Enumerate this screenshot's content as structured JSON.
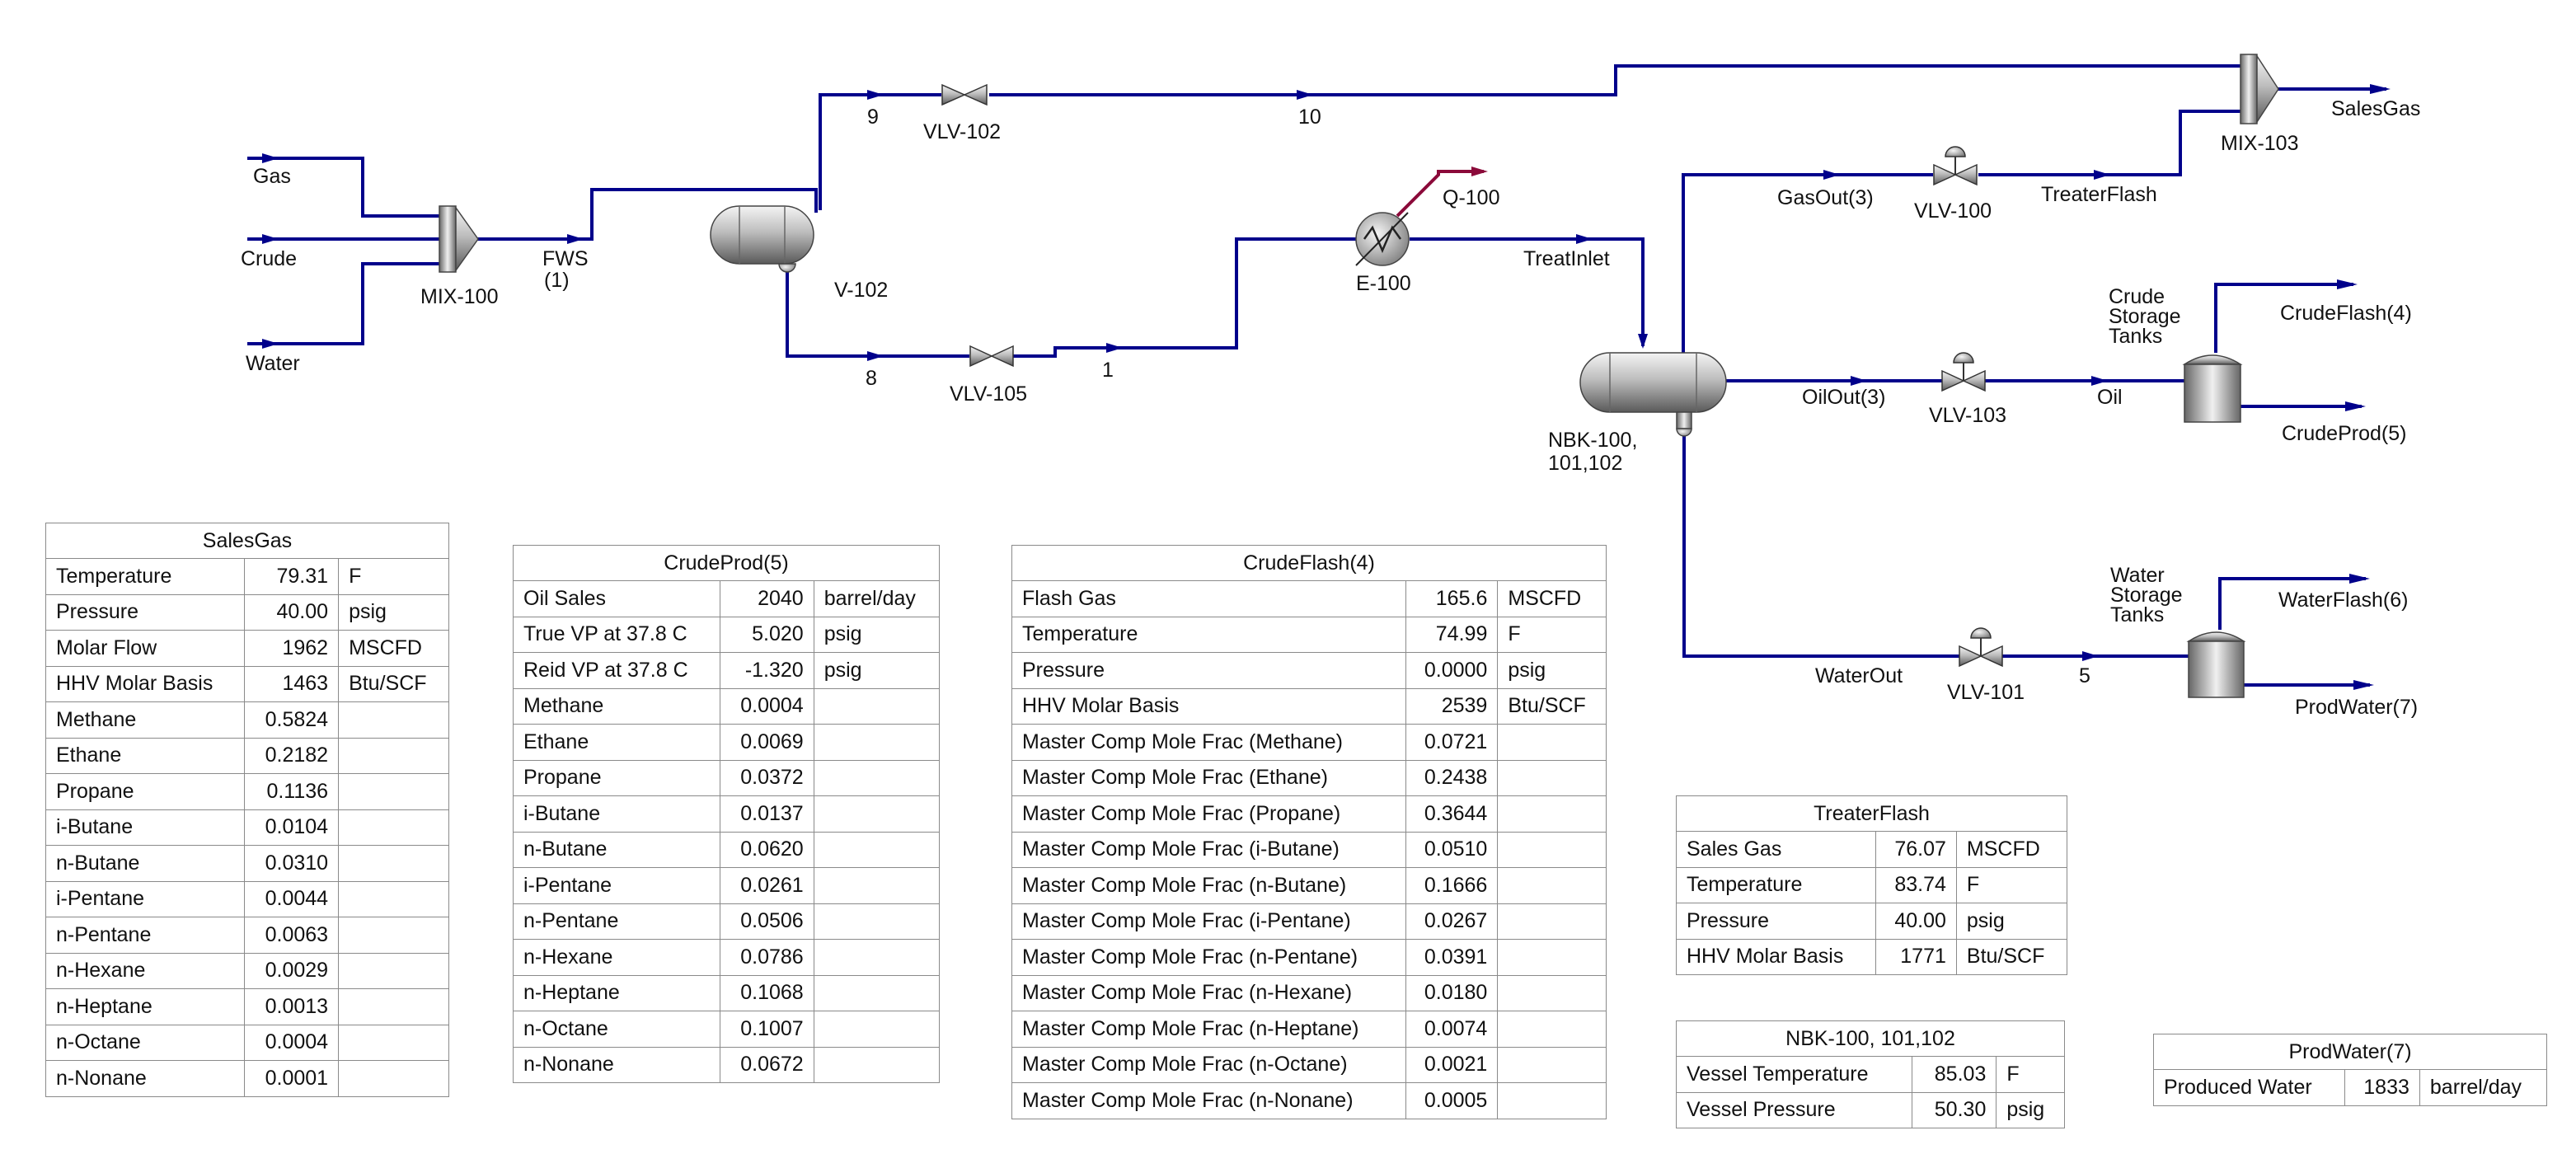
{
  "streams": {
    "gas": "Gas",
    "crude": "Crude",
    "water": "Water",
    "fws": "FWS",
    "fws_sub": "(1)",
    "s9": "9",
    "s10": "10",
    "s8": "8",
    "s1": "1",
    "q100": "Q-100",
    "treat_inlet": "TreatInlet",
    "gas_out": "GasOut(3)",
    "treater_flash": "TreaterFlash",
    "sales_gas": "SalesGas",
    "oil_out": "OilOut(3)",
    "oil": "Oil",
    "crude_flash": "CrudeFlash(4)",
    "crude_prod": "CrudeProd(5)",
    "water_out": "WaterOut",
    "s5": "5",
    "water_flash": "WaterFlash(6)",
    "prod_water": "ProdWater(7)"
  },
  "units": {
    "mix100": "MIX-100",
    "v102": "V-102",
    "vlv102": "VLV-102",
    "vlv105": "VLV-105",
    "e100": "E-100",
    "nbk_1": "NBK-100,",
    "nbk_2": "101,102",
    "vlv100": "VLV-100",
    "mix103": "MIX-103",
    "vlv103": "VLV-103",
    "vlv101": "VLV-101",
    "crude_tank_1": "Crude",
    "crude_tank_2": "Storage",
    "crude_tank_3": "Tanks",
    "water_tank_1": "Water",
    "water_tank_2": "Storage",
    "water_tank_3": "Tanks"
  },
  "tables": {
    "salesgas": {
      "title": "SalesGas",
      "rows": [
        {
          "label": "Temperature",
          "value": "79.31",
          "unit": "F"
        },
        {
          "label": "Pressure",
          "value": "40.00",
          "unit": "psig"
        },
        {
          "label": "Molar Flow",
          "value": "1962",
          "unit": "MSCFD"
        },
        {
          "label": "HHV Molar Basis",
          "value": "1463",
          "unit": "Btu/SCF"
        },
        {
          "label": "Methane",
          "value": "0.5824",
          "unit": ""
        },
        {
          "label": "Ethane",
          "value": "0.2182",
          "unit": ""
        },
        {
          "label": "Propane",
          "value": "0.1136",
          "unit": ""
        },
        {
          "label": "i-Butane",
          "value": "0.0104",
          "unit": ""
        },
        {
          "label": "n-Butane",
          "value": "0.0310",
          "unit": ""
        },
        {
          "label": "i-Pentane",
          "value": "0.0044",
          "unit": ""
        },
        {
          "label": "n-Pentane",
          "value": "0.0063",
          "unit": ""
        },
        {
          "label": "n-Hexane",
          "value": "0.0029",
          "unit": ""
        },
        {
          "label": "n-Heptane",
          "value": "0.0013",
          "unit": ""
        },
        {
          "label": "n-Octane",
          "value": "0.0004",
          "unit": ""
        },
        {
          "label": "n-Nonane",
          "value": "0.0001",
          "unit": ""
        }
      ]
    },
    "crudeprod": {
      "title": "CrudeProd(5)",
      "rows": [
        {
          "label": "Oil Sales",
          "value": "2040",
          "unit": "barrel/day"
        },
        {
          "label": "True VP at 37.8 C",
          "value": "5.020",
          "unit": "psig"
        },
        {
          "label": "Reid VP at 37.8 C",
          "value": "-1.320",
          "unit": "psig"
        },
        {
          "label": "Methane",
          "value": "0.0004",
          "unit": ""
        },
        {
          "label": "Ethane",
          "value": "0.0069",
          "unit": ""
        },
        {
          "label": "Propane",
          "value": "0.0372",
          "unit": ""
        },
        {
          "label": "i-Butane",
          "value": "0.0137",
          "unit": ""
        },
        {
          "label": "n-Butane",
          "value": "0.0620",
          "unit": ""
        },
        {
          "label": "i-Pentane",
          "value": "0.0261",
          "unit": ""
        },
        {
          "label": "n-Pentane",
          "value": "0.0506",
          "unit": ""
        },
        {
          "label": "n-Hexane",
          "value": "0.0786",
          "unit": ""
        },
        {
          "label": "n-Heptane",
          "value": "0.1068",
          "unit": ""
        },
        {
          "label": "n-Octane",
          "value": "0.1007",
          "unit": ""
        },
        {
          "label": "n-Nonane",
          "value": "0.0672",
          "unit": ""
        }
      ]
    },
    "crudeflash": {
      "title": "CrudeFlash(4)",
      "rows": [
        {
          "label": "Flash Gas",
          "value": "165.6",
          "unit": "MSCFD"
        },
        {
          "label": "Temperature",
          "value": "74.99",
          "unit": "F"
        },
        {
          "label": "Pressure",
          "value": "0.0000",
          "unit": "psig"
        },
        {
          "label": "HHV Molar Basis",
          "value": "2539",
          "unit": "Btu/SCF"
        },
        {
          "label": "Master Comp Mole Frac (Methane)",
          "value": "0.0721",
          "unit": ""
        },
        {
          "label": "Master Comp Mole Frac (Ethane)",
          "value": "0.2438",
          "unit": ""
        },
        {
          "label": "Master Comp Mole Frac (Propane)",
          "value": "0.3644",
          "unit": ""
        },
        {
          "label": "Master Comp Mole Frac (i-Butane)",
          "value": "0.0510",
          "unit": ""
        },
        {
          "label": "Master Comp Mole Frac (n-Butane)",
          "value": "0.1666",
          "unit": ""
        },
        {
          "label": "Master Comp Mole Frac (i-Pentane)",
          "value": "0.0267",
          "unit": ""
        },
        {
          "label": "Master Comp Mole Frac (n-Pentane)",
          "value": "0.0391",
          "unit": ""
        },
        {
          "label": "Master Comp Mole Frac (n-Hexane)",
          "value": "0.0180",
          "unit": ""
        },
        {
          "label": "Master Comp Mole Frac (n-Heptane)",
          "value": "0.0074",
          "unit": ""
        },
        {
          "label": "Master Comp Mole Frac (n-Octane)",
          "value": "0.0021",
          "unit": ""
        },
        {
          "label": "Master Comp Mole Frac (n-Nonane)",
          "value": "0.0005",
          "unit": ""
        }
      ]
    },
    "treaterflash": {
      "title": "TreaterFlash",
      "rows": [
        {
          "label": "Sales Gas",
          "value": "76.07",
          "unit": "MSCFD"
        },
        {
          "label": "Temperature",
          "value": "83.74",
          "unit": "F"
        },
        {
          "label": "Pressure",
          "value": "40.00",
          "unit": "psig"
        },
        {
          "label": "HHV Molar Basis",
          "value": "1771",
          "unit": "Btu/SCF"
        }
      ]
    },
    "nbk": {
      "title": "NBK-100, 101,102",
      "rows": [
        {
          "label": "Vessel Temperature",
          "value": "85.03",
          "unit": "F"
        },
        {
          "label": "Vessel Pressure",
          "value": "50.30",
          "unit": "psig"
        }
      ]
    },
    "prodwater": {
      "title": "ProdWater(7)",
      "rows": [
        {
          "label": "Produced Water",
          "value": "1833",
          "unit": "barrel/day"
        }
      ]
    }
  }
}
